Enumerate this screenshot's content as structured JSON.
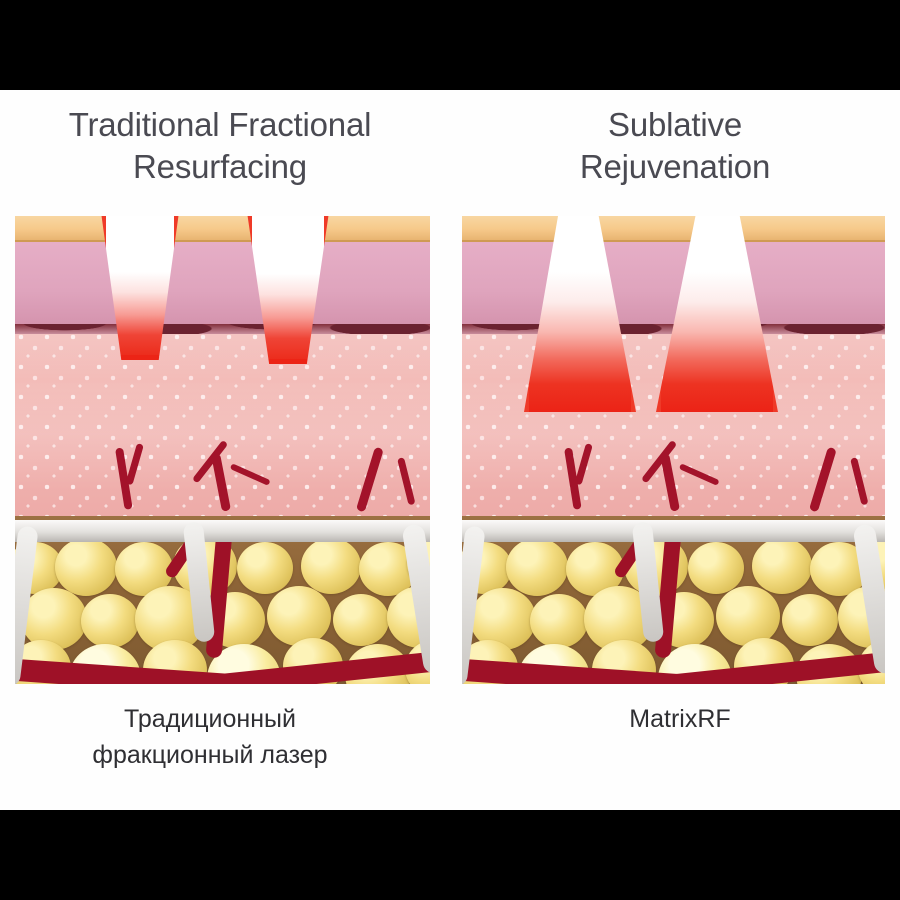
{
  "image": {
    "kind": "medical-illustration",
    "subject": "Comparison of skin treatment penetration profiles",
    "background_color": "#fefefe",
    "letterbox_color": "#000000"
  },
  "panels": {
    "left": {
      "title_line1": "Traditional Fractional",
      "title_line2": "Resurfacing",
      "caption_line1": "Традиционный",
      "caption_line2": "фракционный лазер",
      "lesion_type": "narrow-v-channel",
      "lesion_count": 2,
      "lesion_description": "Narrow V-shaped ablation channels, widest at the skin surface and tapering to a point in the upper dermis"
    },
    "right": {
      "title_line1": "Sublative",
      "title_line2": "Rejuvenation",
      "caption_line1": "MatrixRF",
      "caption_line2": "",
      "lesion_type": "inverted-trapezoid-cone",
      "lesion_count": 2,
      "lesion_description": "Inverted cone-shaped RF zones, narrow at the surface and widening with depth into the dermis"
    }
  },
  "skin_layers": [
    {
      "name": "stratum-corneum",
      "label": "Stratum corneum",
      "color": "#f6c98a"
    },
    {
      "name": "epidermis",
      "label": "Epidermis",
      "color": "#dfa4bd"
    },
    {
      "name": "basal-layer",
      "label": "Basal / dermo-epidermal junction",
      "color": "#7b2a38"
    },
    {
      "name": "dermis",
      "label": "Dermis",
      "color": "#f2b9b6"
    },
    {
      "name": "septa",
      "label": "Fibrous septa",
      "color": "#e2e0dd"
    },
    {
      "name": "hypodermis",
      "label": "Hypodermis (subcutaneous fat)",
      "color": "#8d6437"
    },
    {
      "name": "adipocyte",
      "label": "Fat cell",
      "color": "#f3dc80"
    },
    {
      "name": "blood-vessel",
      "label": "Blood vessel",
      "color": "#9e1127"
    }
  ],
  "accents": {
    "laser_red": "#ec2d1d",
    "title_gray": "#4a4a52",
    "caption_dark": "#2f2f33"
  }
}
